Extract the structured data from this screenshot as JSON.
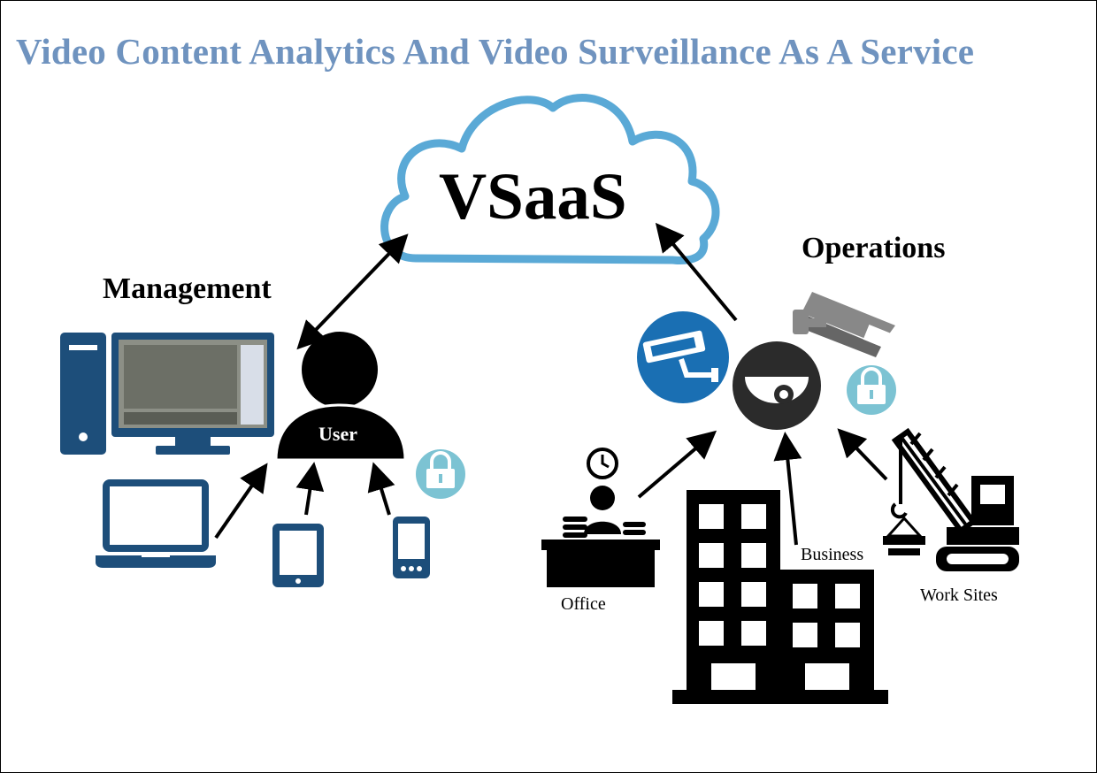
{
  "title": "Video Content Analytics And Video Surveillance As A Service",
  "cloud": {
    "label": "VSaaS"
  },
  "management": {
    "label": "Management",
    "user_label": "User"
  },
  "operations": {
    "label": "Operations",
    "sources": [
      "Office",
      "Business",
      "Work Sites"
    ]
  },
  "colors": {
    "title": "#6f93bf",
    "cloud_outline": "#5aa9d6",
    "device_navy": "#1d4e7a",
    "badge_blue": "#1a6fb3",
    "lock_teal": "#7cc3d3",
    "camera_gray": "#777777"
  }
}
